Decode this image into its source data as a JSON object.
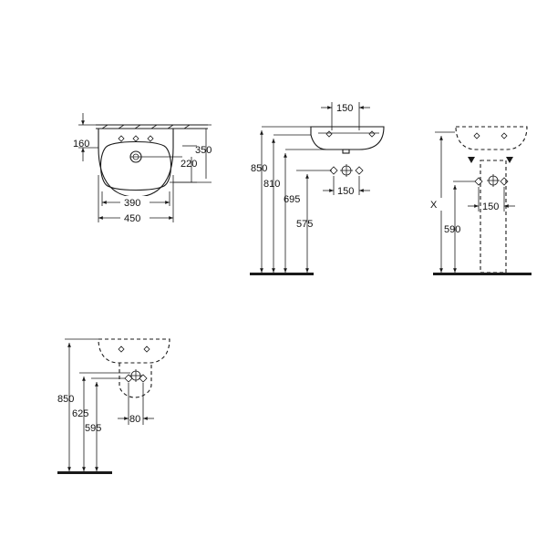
{
  "views": {
    "top": {
      "dim_depth_front": "160",
      "dim_depth": "350",
      "dim_waste_depth": "220",
      "dim_bowl_width": "390",
      "dim_width": "450"
    },
    "side": {
      "dim_tap_spacing_top": "150",
      "dim_rim_height": "850",
      "dim_under_rim": "810",
      "dim_waste_height": "695",
      "dim_supply_height": "575",
      "dim_supply_spacing": "150"
    },
    "pedestal": {
      "dim_variable_height": "X",
      "dim_supply_height": "590",
      "dim_supply_spacing": "150"
    },
    "half_pedestal": {
      "dim_rim_height": "850",
      "dim_waste_height": "625",
      "dim_supply_height": "595",
      "dim_supply_spacing": "80"
    }
  }
}
